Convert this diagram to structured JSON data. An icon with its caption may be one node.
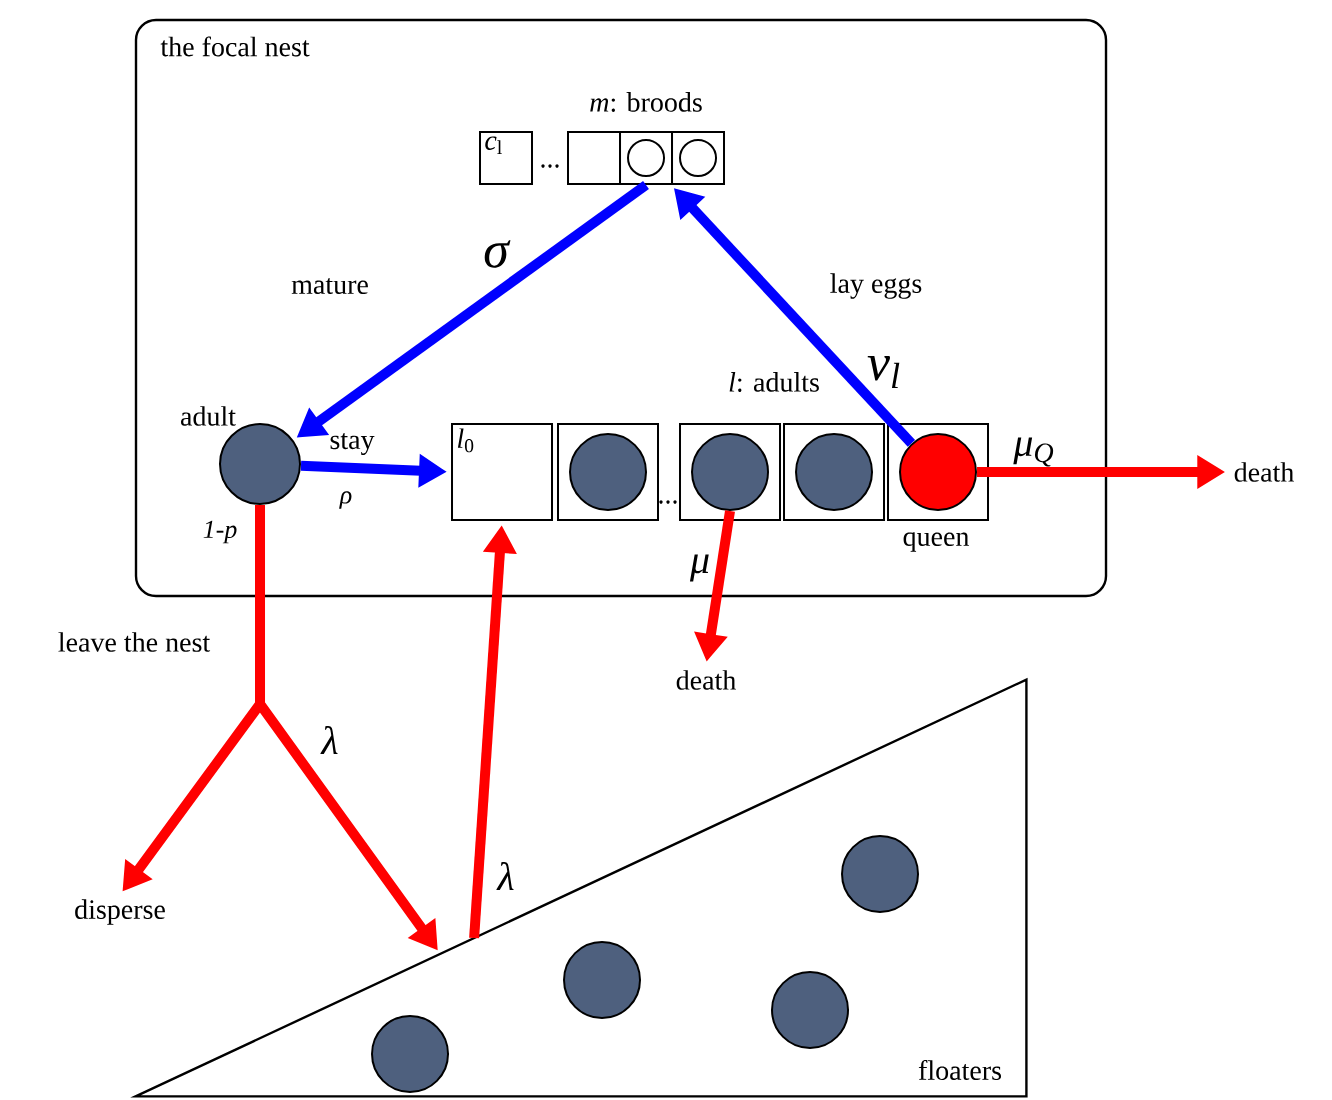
{
  "diagram": {
    "nodes": [
      {
        "text": [
          "the focal nest"
        ]
      },
      {
        "text": [
          "*c*$_{l}$"
        ],
        "in": 0
      },
      {
        "text": [],
        "shape": "box",
        "in": 0
      },
      {
        "text": [],
        "shape": "box",
        "in": 0
      },
      {
        "text": [],
        "shape": "circle",
        "in": 3
      },
      {
        "text": [],
        "shape": "box",
        "in": 0
      },
      {
        "text": [],
        "shape": "circle",
        "in": 5
      },
      {
        "text": [],
        "shape": "circle",
        "in": 0,
        "beside": [
          "adult"
        ]
      },
      {
        "text": [
          "*l*$_{0}$"
        ],
        "in": 0
      },
      {
        "text": [],
        "shape": "box",
        "in": 0
      },
      {
        "text": [],
        "shape": "circle",
        "in": 9
      },
      {
        "text": [],
        "shape": "box",
        "in": 0
      },
      {
        "text": [],
        "shape": "circle",
        "in": 11
      },
      {
        "text": [],
        "shape": "box",
        "in": 0
      },
      {
        "text": [],
        "shape": "circle",
        "in": 13
      },
      {
        "text": [],
        "shape": "box",
        "in": 0,
        "beside": [
          "queen"
        ]
      },
      {
        "text": [],
        "shape": "circle",
        "in": 15
      },
      {
        "text": [
          "death"
        ]
      },
      {
        "text": [
          "death"
        ]
      },
      {
        "text": [
          "disperse"
        ]
      },
      {
        "text": [
          "floaters"
        ]
      },
      {
        "text": [],
        "shape": "circle",
        "in": 20
      },
      {
        "text": [],
        "shape": "circle",
        "in": 20
      },
      {
        "text": [],
        "shape": "circle",
        "in": 20
      },
      {
        "text": [],
        "shape": "circle",
        "in": 20
      }
    ],
    "edges": [
      {
        "from": 3,
        "to": 7,
        "arrow": "to",
        "color": "#0000ff",
        "label": "mature"
      },
      {
        "from": 16,
        "to": 5,
        "arrow": "to",
        "color": "#0000ff",
        "label": "lay eggs"
      },
      {
        "from": 7,
        "to": 8,
        "arrow": "to",
        "color": "#0000ff",
        "label": "stay"
      },
      {
        "from": 16,
        "to": 17,
        "arrow": "to",
        "label": "μ$_{Q}$"
      },
      {
        "from": 12,
        "to": 18,
        "arrow": "to",
        "label": "μ"
      },
      {
        "from": 7,
        "to": 19,
        "arrow": "to",
        "label": "leave the nest"
      },
      {
        "from": 7,
        "to": 20,
        "arrow": "to",
        "label": "λ"
      },
      {
        "from": 20,
        "to": 8,
        "arrow": "to",
        "label": "λ"
      }
    ],
    "labels": [
      "*m*: broods",
      "...",
      "*l*: adults",
      "...",
      "σ",
      "ν$_{l}$",
      "ρ",
      "1-p"
    ]
  }
}
